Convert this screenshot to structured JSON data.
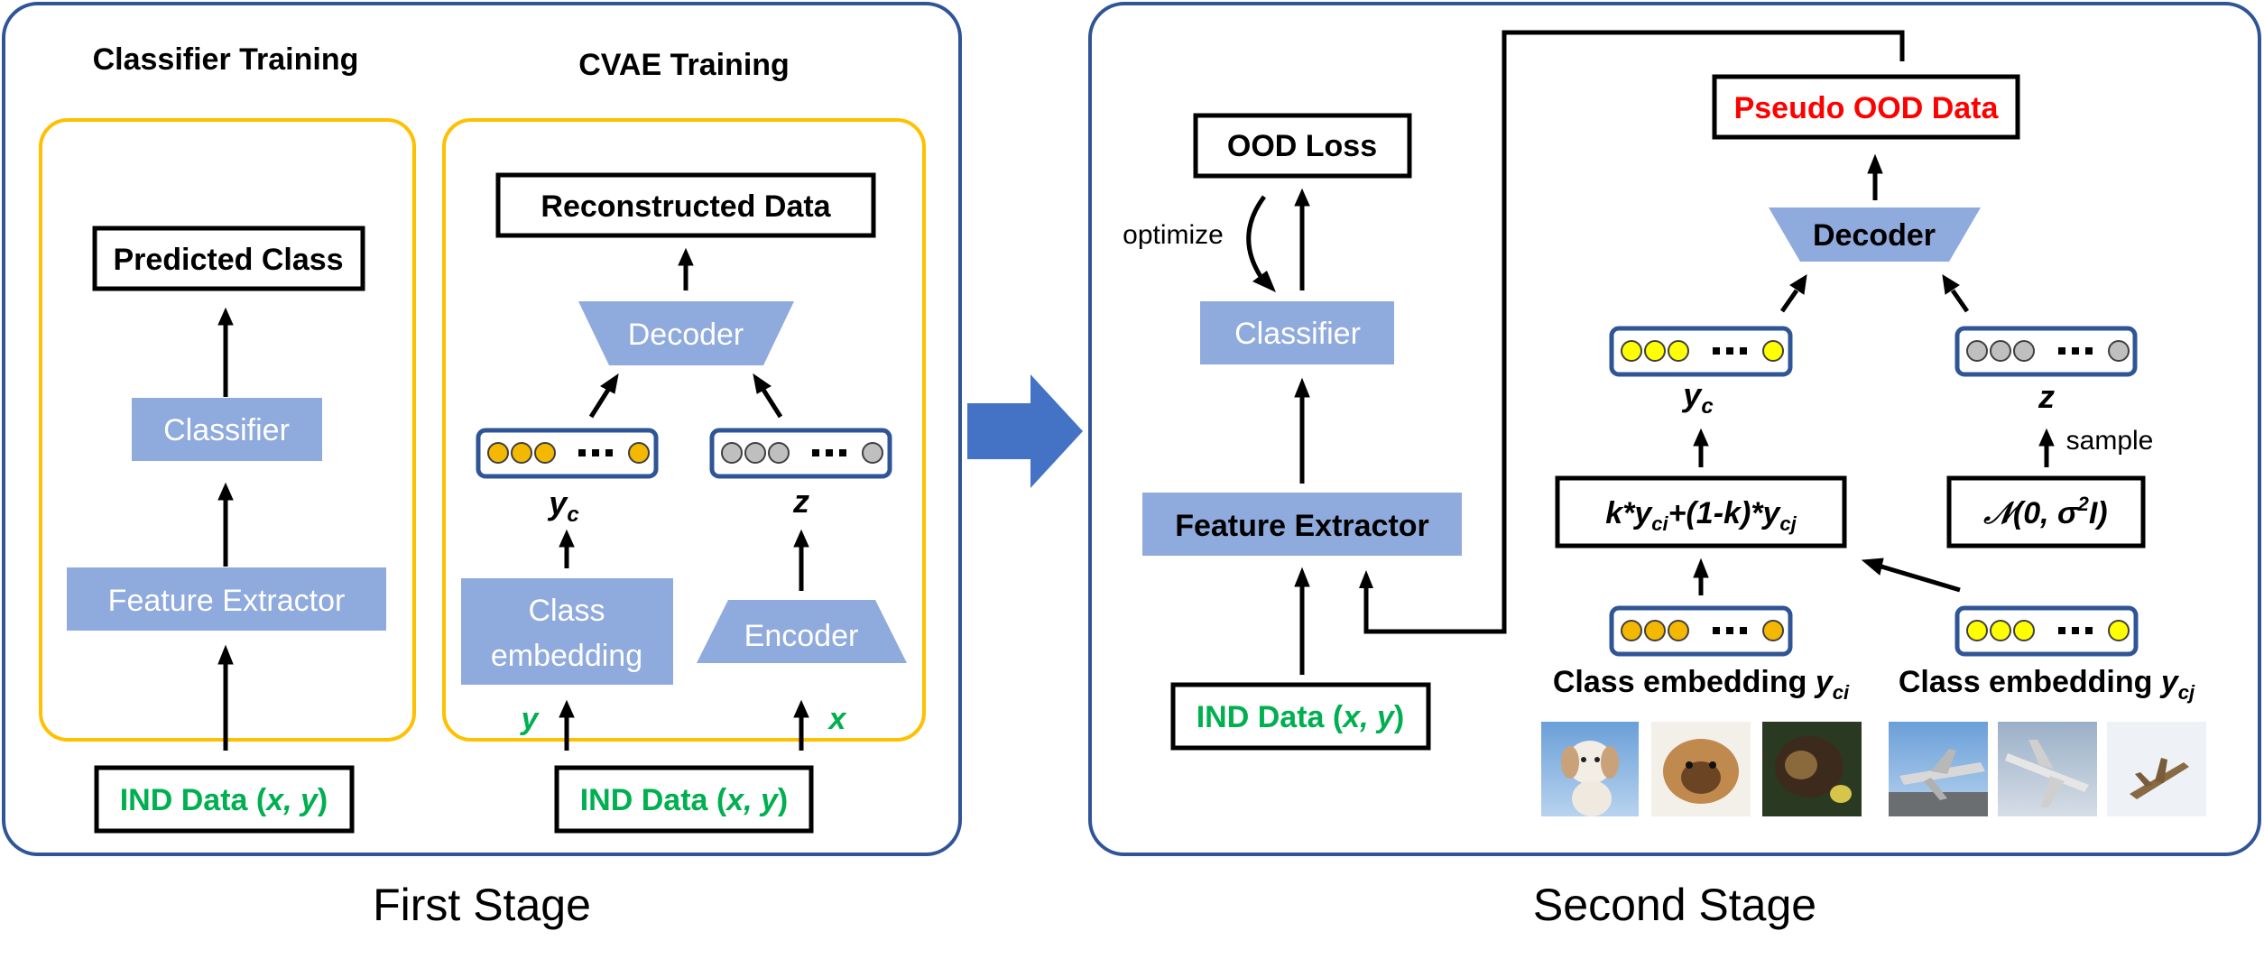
{
  "colors": {
    "panel_border": "#2f5597",
    "yellow_box": "#ffc000",
    "blue_block": "#8faadc",
    "green_text": "#00b050",
    "red_text": "#ff0000",
    "big_arrow": "#4472c4",
    "orange_dot": "#f5b800",
    "yellow_dot": "#ffff00",
    "gray_dot": "#bfbfbf"
  },
  "stage1": {
    "caption": "First Stage",
    "classifier_training": {
      "title": "Classifier Training",
      "predicted_class": "Predicted Class",
      "classifier": "Classifier",
      "feature_extractor": "Feature Extractor",
      "input": {
        "prefix": "IND Data (",
        "vars": "x, y",
        "suffix": ")"
      }
    },
    "cvae_training": {
      "title": "CVAE Training",
      "reconstructed": "Reconstructed Data",
      "decoder": "Decoder",
      "yc": {
        "base": "y",
        "sub": "c"
      },
      "z": "z",
      "class_embedding": {
        "line1": "Class",
        "line2": "embedding"
      },
      "encoder": "Encoder",
      "y_label": "y",
      "x_label": "x",
      "input": {
        "prefix": "IND Data (",
        "vars": "x, y",
        "suffix": ")"
      }
    }
  },
  "stage2": {
    "caption": "Second Stage",
    "ood_loss": "OOD Loss",
    "optimize": "optimize",
    "classifier": "Classifier",
    "feature_extractor": "Feature Extractor",
    "input": {
      "prefix": "IND Data (",
      "vars": "x, y",
      "suffix": ")"
    },
    "pseudo_ood": "Pseudo OOD Data",
    "decoder": "Decoder",
    "yc": {
      "base": "y",
      "sub": "c"
    },
    "z": "z",
    "sample": "sample",
    "mix": {
      "k": "k*",
      "y1": "y",
      "s1": "ci",
      "mid": "+(1-k)*",
      "y2": "y",
      "s2": "cj"
    },
    "normal": {
      "sym": "𝒩",
      "open": "(0, σ",
      "sup": "2",
      "close": "I)"
    },
    "emb_ci": {
      "label": "Class embedding ",
      "var": "y",
      "sub": "ci"
    },
    "emb_cj": {
      "label": "Class embedding ",
      "var": "y",
      "sub": "cj"
    },
    "images_ci": [
      "dog-image-1",
      "dog-image-2",
      "dog-image-3"
    ],
    "images_cj": [
      "airplane-image-1",
      "airplane-image-2",
      "airplane-image-3"
    ]
  }
}
